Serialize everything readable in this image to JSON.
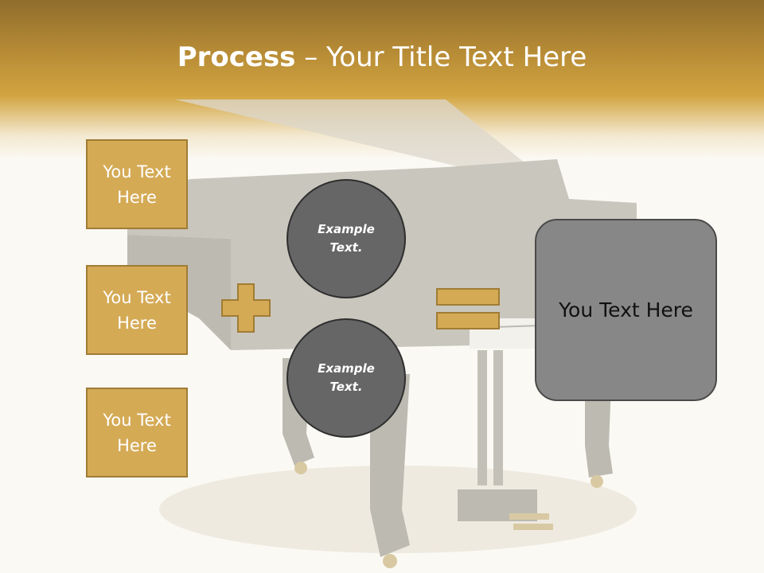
{
  "slide": {
    "title_bold": "Process",
    "title_rest": " – Your Title Text Here"
  },
  "boxes": [
    {
      "text": "You Text\nHere"
    },
    {
      "text": "You Text\nHere"
    },
    {
      "text": "You Text\nHere"
    }
  ],
  "circles": [
    {
      "text": "Example\nText."
    },
    {
      "text": "Example\nText."
    }
  ],
  "result": {
    "text": "You Text Here"
  },
  "colors": {
    "gold": "#d4aa55",
    "gold_border": "#a07c34",
    "circle": "#666666",
    "result": "#878787"
  }
}
